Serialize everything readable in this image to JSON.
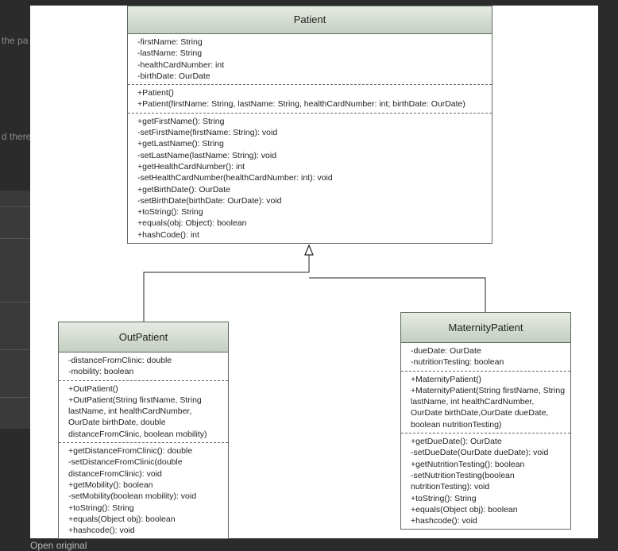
{
  "background": {
    "left_texts": [
      "the pa",
      "d there"
    ],
    "bottom_text": "Open original"
  },
  "classes": {
    "patient": {
      "name": "Patient",
      "attributes": [
        "-firstName:  String",
        "-lastName:  String",
        "-healthCardNumber:  int",
        "-birthDate:  OurDate"
      ],
      "constructors": [
        "+Patient()",
        "+Patient(firstName: String, lastName: String, healthCardNumber: int;  birthDate: OurDate)"
      ],
      "methods": [
        "+getFirstName():  String",
        "-setFirstName(firstName: String): void",
        "+getLastName():  String",
        "-setLastName(lastName: String):  void",
        "+getHealthCardNumber():  int",
        "-setHealthCardNumber(healthCardNumber: int): void",
        "+getBirthDate():  OurDate",
        "-setBirthDate(birthDate: OurDate): void",
        "+toString():  String",
        "+equals(obj: Object): boolean",
        "+hashCode(): int"
      ]
    },
    "outpatient": {
      "name": "OutPatient",
      "attributes": [
        "-distanceFromClinic: double",
        "-mobility: boolean"
      ],
      "constructors": [
        "+OutPatient()",
        "+OutPatient(String firstName, String lastName, int healthCardNumber, OurDate birthDate, double distanceFromClinic, boolean mobility)"
      ],
      "methods": [
        "+getDistanceFromClinic():  double",
        "-setDistanceFromClinic(double distanceFromClinic):  void",
        "+getMobility(): boolean",
        "-setMobility(boolean mobility):  void",
        "+toString():  String",
        "+equals(Object obj):  boolean",
        "+hashcode():  void"
      ]
    },
    "maternity": {
      "name": "MaternityPatient",
      "attributes": [
        "-dueDate:  OurDate",
        "-nutritionTesting: boolean"
      ],
      "constructors": [
        "+MaternityPatient()",
        "+MaternityPatient(String firstName, String lastName, int healthCardNumber, OurDate birthDate,OurDate dueDate, boolean nutritionTesting)"
      ],
      "methods": [
        "+getDueDate():  OurDate",
        "-setDueDate(OurDate dueDate):  void",
        "+getNutritionTesting(): boolean",
        "-setNutritionTesting(boolean nutritionTesting):  void",
        "+toString():  String",
        "+equals(Object obj):  boolean",
        "+hashcode():  void"
      ]
    }
  },
  "relations": [
    {
      "type": "generalization",
      "from": "outpatient",
      "to": "patient"
    },
    {
      "type": "generalization",
      "from": "maternity",
      "to": "patient"
    }
  ]
}
